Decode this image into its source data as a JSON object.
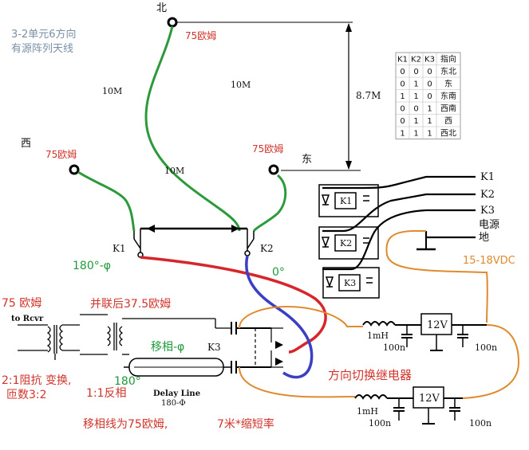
{
  "title": {
    "line1": "3-2单元6方向",
    "line2": "有源阵列天线"
  },
  "directions": {
    "north": "北",
    "west": "西",
    "east": "东"
  },
  "antenna": {
    "ohm_north": "75欧姆",
    "ohm_west": "75欧姆",
    "ohm_east": "75欧姆",
    "dist_1": "10M",
    "dist_2": "10M",
    "dist_3": "10M",
    "height": "8.7M"
  },
  "relays": {
    "k1": "K1",
    "k2": "K2",
    "k3": "K3",
    "k1_phase": "180°-φ",
    "k2_phase": "0°",
    "k3_phase_label": "移相-φ",
    "coil_k1": "K1",
    "coil_k2": "K2",
    "coil_k3": "K3"
  },
  "truth_table": {
    "headers": [
      "K1",
      "K2",
      "K3",
      "指向"
    ],
    "rows": [
      [
        "0",
        "0",
        "0",
        "东北"
      ],
      [
        "0",
        "1",
        "0",
        "东"
      ],
      [
        "1",
        "1",
        "0",
        "东南"
      ],
      [
        "0",
        "0",
        "1",
        "西南"
      ],
      [
        "0",
        "1",
        "1",
        "西"
      ],
      [
        "1",
        "1",
        "1",
        "西北"
      ]
    ]
  },
  "control": {
    "k1": "K1",
    "k2": "K2",
    "k3": "K3",
    "power": "电源",
    "ground": "地",
    "voltage": "15-18VDC"
  },
  "matching": {
    "ohm_75": "75 欧姆",
    "to_rcvr": "to Rcvr",
    "parallel": "并联后37.5欧姆",
    "ratio_1": "2:1阻抗 变换,",
    "ratio_2": "匝数3:2",
    "phase_180": "180°",
    "invert": "1:1反相"
  },
  "delay": {
    "line1": "Delay Line",
    "line2": "180-Φ"
  },
  "bottom_note": {
    "a": "移相线为75欧姆,",
    "b": "7米*缩短率"
  },
  "switch_label": "方向切换继电器",
  "regulators": {
    "inductor_1": "1mH",
    "inductor_2": "1mH",
    "reg_1": "12V",
    "reg_2": "12V",
    "cap_1a": "100n",
    "cap_1b": "100n",
    "cap_2a": "100n",
    "cap_2b": "100n"
  },
  "colors": {
    "red_wire": "#d7262b",
    "blue_wire": "#3b3fc4",
    "green_wire": "#2c9a3b",
    "orange_wire": "#e08a2e",
    "red_text": "#d0342c",
    "green_text": "#1f9a3a"
  }
}
